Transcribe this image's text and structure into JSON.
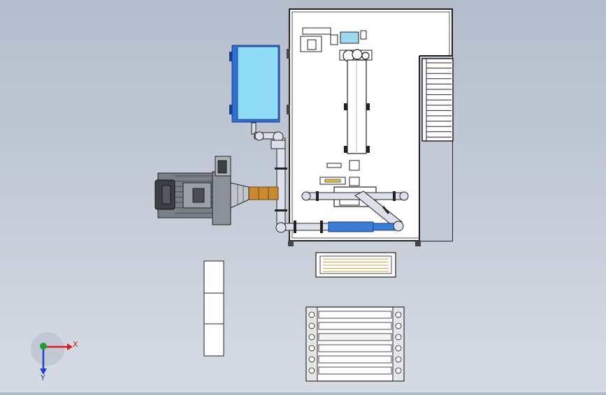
{
  "viewport": {
    "background_top": "#b3bccb",
    "background_bottom": "#d6dbe3"
  },
  "triad": {
    "x_label": "X",
    "y_label": "Y",
    "x_color": "#d42020",
    "y_color": "#1fa12f",
    "z_color": "#2a3bd0"
  },
  "colors": {
    "tank_fill": "#8fdcf7",
    "tank_side": "#2f6fd0",
    "pipe_fill": "#dde0ea",
    "blue_pipe": "#3a7bd5",
    "brass_pipe": "#c98a2d",
    "motor_dark": "#3b3f44",
    "panel_fill": "#ffffff",
    "outline": "#222222"
  },
  "components": [
    "water-tank",
    "main-cabinet",
    "side-stair",
    "motor-pump",
    "pipe-network",
    "vertical-conveyor",
    "control-box-stack",
    "filter-tray",
    "roller-frame"
  ]
}
